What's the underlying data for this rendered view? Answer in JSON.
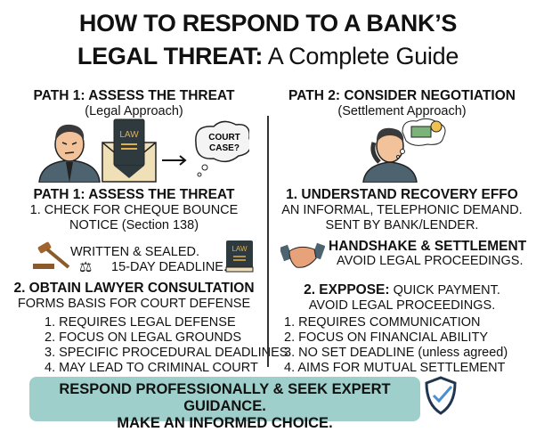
{
  "title": {
    "line1": "HOW TO RESPOND TO A BANK’S",
    "line2_bold": "LEGAL THREAT:",
    "line2_light": " A Complete Guide"
  },
  "left": {
    "header": "PATH 1: ASSESS THE THREAT",
    "subheader": "(Legal Approach)",
    "law_label": "LAW",
    "bubble": [
      "COURT",
      "CASE?"
    ],
    "section1_title": "PATH 1: ASSESS THE THREAT",
    "section1_lines": [
      "1. CHECK FOR CHEQUE BOUNCE",
      "NOTICE (Section 138)"
    ],
    "icon_line1": "WRITTEN & SEALED.",
    "icon_line2": "15-DAY DEADLINE.",
    "section2_title": "2. OBTAIN LAWYER CONSULTATION",
    "section2_sub": "FORMS BASIS FOR COURT DEFENSE",
    "list": [
      "1. REQUIRES LEGAL DEFENSE",
      "2. FOCUS ON LEGAL GROUNDS",
      "3. SPECIFIC PROCEDURAL DEADLINES",
      "4. MAY LEAD TO CRIMINAL COURT"
    ]
  },
  "right": {
    "header": "PATH 2: CONSIDER NEGOTIATION",
    "subheader": "(Settlement Approach)",
    "section1_title": "1. UNDERSTAND RECOVERY EFFO",
    "section1_lines": [
      "AN INFORMAL, TELEPHONIC DEMAND.",
      "SENT BY BANK/LENDER."
    ],
    "icon_title": "HANDSHAKE & SETTLEMENT",
    "icon_sub": "AVOID LEGAL PROCEEDINGS.",
    "section2_bold": "2. EXPPOSE:",
    "section2_rest": " QUICK PAYMENT.",
    "section2_sub": "AVOID LEGAL PROCEEDINGS.",
    "list": [
      "1. REQUIRES COMMUNICATION",
      "2. FOCUS ON FINANCIAL ABILITY",
      "3. NO SET DEADLINE (unless agreed)",
      "4. AIMS FOR MUTUAL SETTLEMENT"
    ]
  },
  "banner": {
    "line1": "RESPOND PROFESSIONALLY & SEEK EXPERT GUIDANCE.",
    "line2": "MAKE AN INFORMED CHOICE."
  },
  "colors": {
    "banner": "#9ecfcb",
    "book": "#2f3a3f",
    "suit": "#4d6470",
    "skin": "#f2c29b"
  }
}
